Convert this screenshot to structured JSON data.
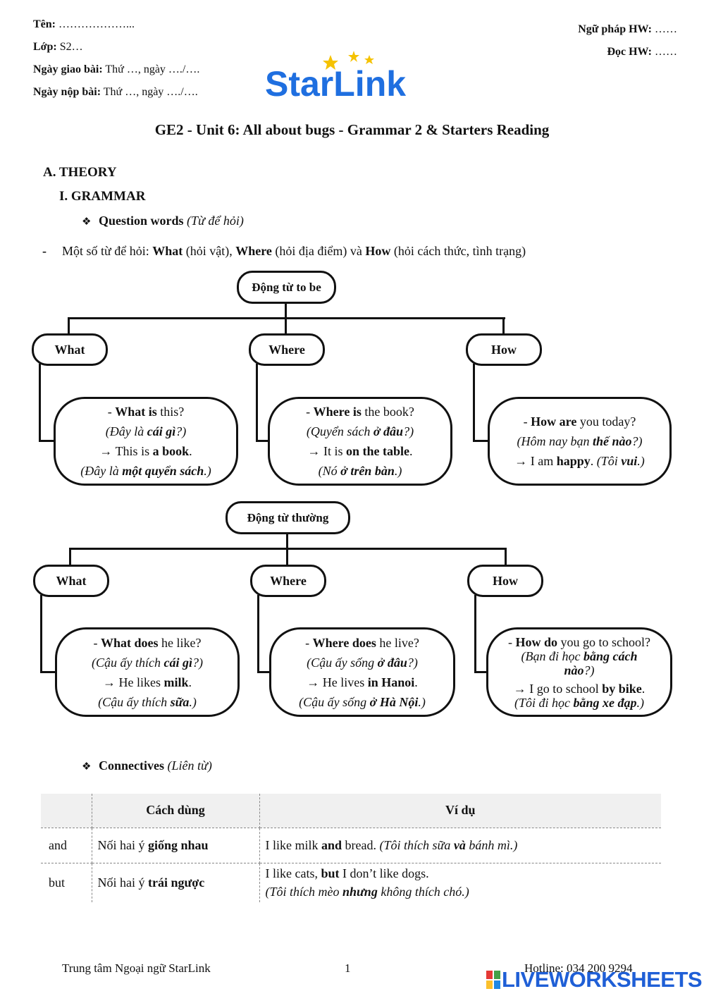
{
  "header": {
    "name_label": "Tên:",
    "name_value": " ………………...",
    "class_label": "Lớp:",
    "class_value": " S2…",
    "assign_label": "Ngày giao bài:",
    "assign_value": " Thứ …, ngày …./….",
    "submit_label": "Ngày nộp bài:",
    "submit_value": " Thứ …, ngày …./….",
    "grammar_hw_label": "Ngữ pháp HW:",
    "grammar_hw_value": " ……",
    "reading_hw_label": "Đọc HW:",
    "reading_hw_value": " ……",
    "logo_text": "StarLink"
  },
  "title": "GE2 - Unit 6: All about bugs - Grammar 2 & Starters Reading",
  "section_a": "A. THEORY",
  "section_i": "I. GRAMMAR",
  "question_words": {
    "symbol": "❖",
    "label": "Question words",
    "note": "(Từ để hỏi)"
  },
  "intro": {
    "dash": "-",
    "t1": "Một số từ để hỏi: ",
    "b1": "What",
    "t2": " (hỏi vật), ",
    "b2": "Where",
    "t3": " (hỏi địa điểm) và ",
    "b3": "How",
    "t4": " (hỏi cách thức, tình trạng)"
  },
  "tree1": {
    "root": "Động từ to be",
    "branches": [
      {
        "label": "What",
        "q_pre": "- ",
        "q_bold": "What is",
        "q_post": " this?",
        "qvi_a": "(Đây là ",
        "qvi_b": "cái gì",
        "qvi_c": "?)",
        "a_pre": "→ This is ",
        "a_bold": "a book",
        "a_post": ".",
        "avi_a": "(Đây là ",
        "avi_b": "một quyển sách",
        "avi_c": ".)"
      },
      {
        "label": "Where",
        "q_pre": "- ",
        "q_bold": "Where is",
        "q_post": " the book?",
        "qvi_a": "(Quyển sách ",
        "qvi_b": "ở đâu",
        "qvi_c": "?)",
        "a_pre": "→ It is ",
        "a_bold": "on the table",
        "a_post": ".",
        "avi_a": "(Nó ",
        "avi_b": "ở trên bàn",
        "avi_c": ".)"
      },
      {
        "label": "How",
        "q_pre": "- ",
        "q_bold": "How are",
        "q_post": " you today?",
        "qvi_a": "(Hôm nay bạn ",
        "qvi_b": "thế nào",
        "qvi_c": "?)",
        "a_pre": "→ I am ",
        "a_bold": "happy",
        "a_post": ". ",
        "avi_a": "(Tôi ",
        "avi_b": "vui",
        "avi_c": ".)"
      }
    ]
  },
  "tree2": {
    "root": "Động từ thường",
    "branches": [
      {
        "label": "What",
        "q_pre": "- ",
        "q_bold": "What does",
        "q_post": " he like?",
        "qvi_a": "(Cậu ấy thích ",
        "qvi_b": "cái gì",
        "qvi_c": "?)",
        "a_pre": "→ He likes ",
        "a_bold": "milk",
        "a_post": ".",
        "avi_a": "(Cậu ấy thích ",
        "avi_b": "sữa",
        "avi_c": ".)"
      },
      {
        "label": "Where",
        "q_pre": "- ",
        "q_bold": "Where does",
        "q_post": " he live?",
        "qvi_a": "(Cậu ấy sống ",
        "qvi_b": "ở đâu",
        "qvi_c": "?)",
        "a_pre": "→ He lives ",
        "a_bold": "in Hanoi",
        "a_post": ".",
        "avi_a": "(Cậu ấy sống ",
        "avi_b": "ở Hà Nội",
        "avi_c": ".)"
      },
      {
        "label": "How",
        "q_pre": "- ",
        "q_bold": "How do",
        "q_post": " you go to school?",
        "qvi_a": "(Bạn đi học ",
        "qvi_b": "bằng cách",
        "qvi_c": "",
        "qvi_d": "nào",
        "qvi_e": "?)",
        "a_pre": "→ I go to school ",
        "a_bold": "by bike",
        "a_post": ".",
        "avi_a": "(Tôi đi học ",
        "avi_b": "bằng xe đạp",
        "avi_c": ".)"
      }
    ]
  },
  "connectives": {
    "symbol": "❖",
    "label": "Connectives",
    "note": "(Liên từ)"
  },
  "table": {
    "headers": [
      "",
      "Cách dùng",
      "Ví dụ"
    ],
    "rows": [
      {
        "word": "and",
        "use_a": "Nối hai ý ",
        "use_b": "giống nhau",
        "ex_a": "I like milk ",
        "ex_b": "and",
        "ex_c": " bread. ",
        "exvi_a": "(Tôi thích sữa ",
        "exvi_b": "và",
        "exvi_c": " bánh mì.)"
      },
      {
        "word": "but",
        "use_a": "Nối hai ý ",
        "use_b": "trái ngược",
        "ex_a": "I like cats, ",
        "ex_b": "but",
        "ex_c": " I don’t like dogs.",
        "exvi_a": "(Tôi thích mèo ",
        "exvi_b": "nhưng",
        "exvi_c": " không thích chó.)"
      }
    ]
  },
  "footer": {
    "center": "Trung tâm Ngoại ngữ StarLink",
    "page": "1",
    "hotline": "Hotline: 034 200 9294",
    "watermark": "LIVEWORKSHEETS"
  },
  "colors": {
    "logo_blue": "#1f6fe0",
    "logo_star": "#f5c200",
    "watermark_blue": "#1f5fd6"
  }
}
